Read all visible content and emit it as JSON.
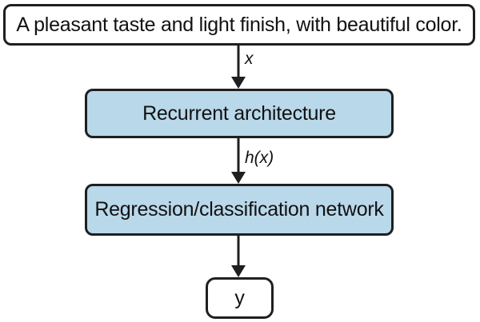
{
  "diagram": {
    "input_text": "A pleasant taste and light finish, with beautiful color.",
    "edge1_label": "x",
    "rnn_label": "Recurrent architecture",
    "edge2_label": "h(x)",
    "head_label": "Regression/classification network",
    "output_label": "y",
    "colors": {
      "box_fill": "#b9d8ea",
      "stroke": "#1f1f1f",
      "background": "#ffffff"
    }
  }
}
